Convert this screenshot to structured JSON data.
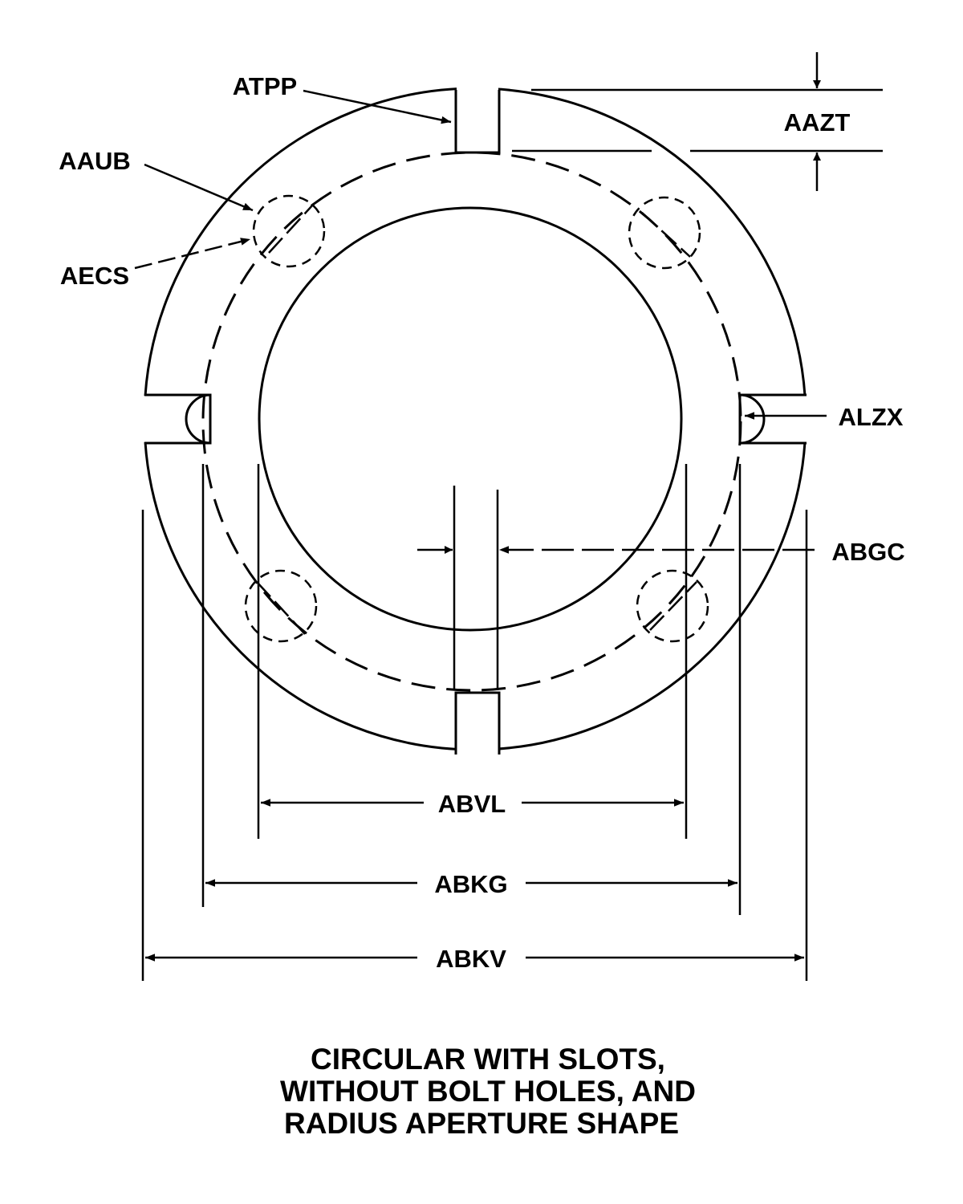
{
  "labels": {
    "atpp": "ATPP",
    "aaub": "AAUB",
    "aecs": "AECS",
    "aazt": "AAZT",
    "alzx": "ALZX",
    "abgc": "ABGC",
    "abvl": "ABVL",
    "abkg": "ABKG",
    "abkv": "ABKV"
  },
  "caption": [
    "CIRCULAR WITH SLOTS,",
    "WITHOUT BOLT HOLES, AND",
    "RADIUS APERTURE SHAPE"
  ]
}
